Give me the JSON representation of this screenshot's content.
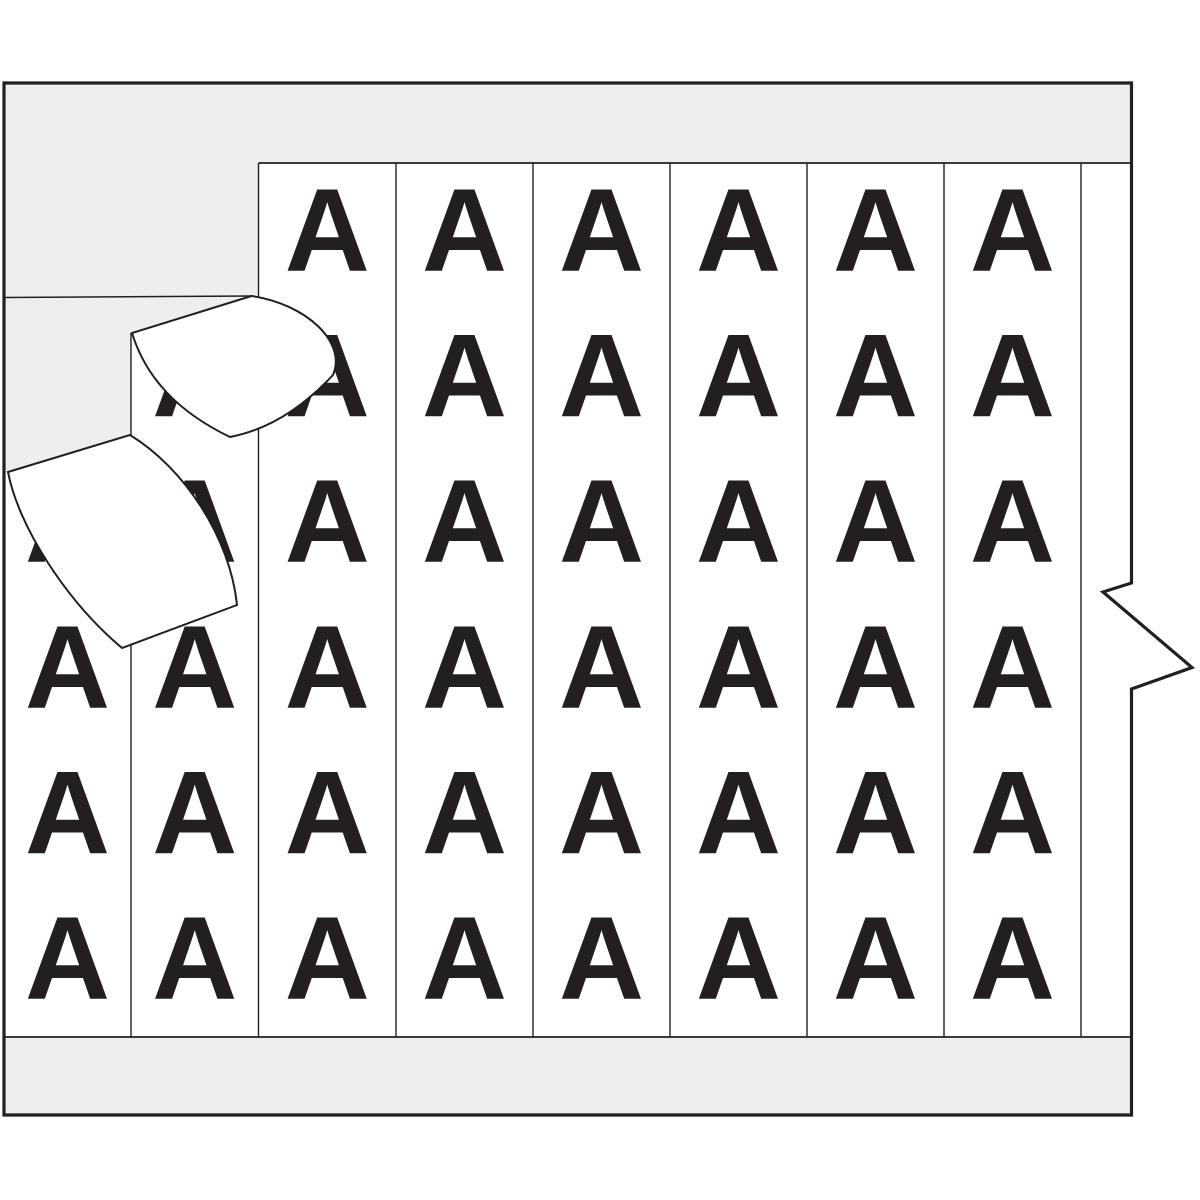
{
  "product_card": {
    "description_letter": "A",
    "total_visible_letters": 45,
    "rows_per_card": 6,
    "letter_columns": 8,
    "cells_with_letter": [
      {
        "column": 0,
        "rows": [
          3,
          4,
          5,
          6
        ]
      },
      {
        "column": 1,
        "rows": [
          2,
          3,
          4,
          5,
          6
        ]
      },
      {
        "column": 2,
        "rows": [
          1,
          2,
          3,
          4,
          5,
          6
        ]
      },
      {
        "column": 3,
        "rows": [
          1,
          2,
          3,
          4,
          5,
          6
        ]
      },
      {
        "column": 4,
        "rows": [
          1,
          2,
          3,
          4,
          5,
          6
        ]
      },
      {
        "column": 5,
        "rows": [
          1,
          2,
          3,
          4,
          5,
          6
        ]
      },
      {
        "column": 6,
        "rows": [
          1,
          2,
          3,
          4,
          5,
          6
        ]
      },
      {
        "column": 7,
        "rows": [
          1,
          2,
          3,
          4,
          5,
          6
        ]
      }
    ],
    "peeled_labels_count": 2,
    "colors": {
      "card_white": "#ffffff",
      "liner_gray": "#eeeeee",
      "ink_black": "#231f20",
      "outline_black": "#231f20"
    }
  }
}
